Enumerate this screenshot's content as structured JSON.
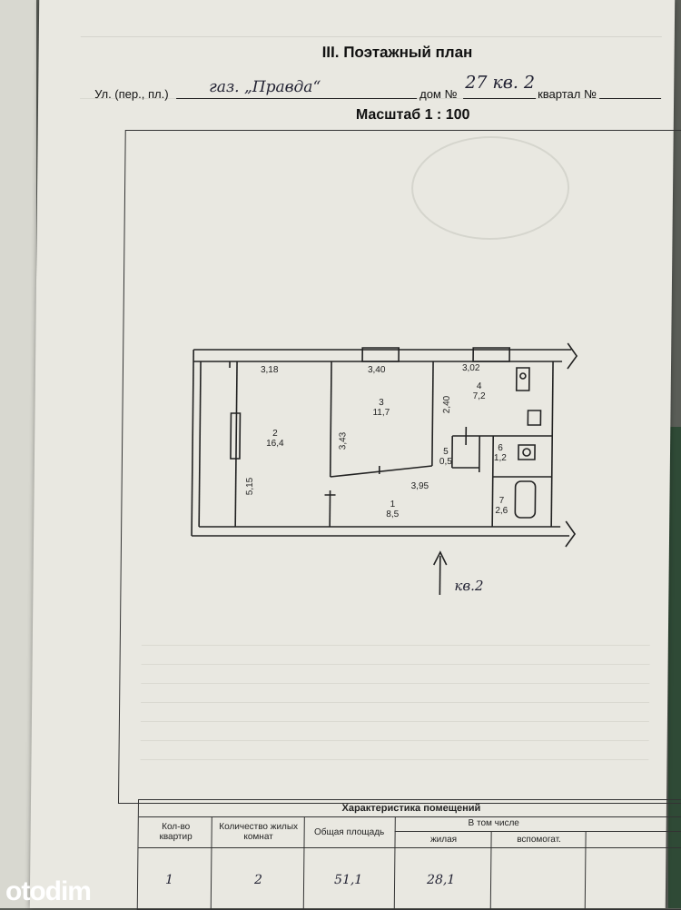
{
  "header": {
    "title": "III. Поэтажный план",
    "street_label": "Ул. (пер., пл.)",
    "street_value": "газ. „Правда“",
    "house_label": "дом №",
    "house_value": "27 кв. 2",
    "block_label": "квартал №",
    "scale": "Масштаб 1 : 100"
  },
  "plan": {
    "dims": {
      "d1": "3,18",
      "d2": "3,40",
      "d3": "3,02",
      "d4": "2,40",
      "d5": "3,43",
      "d6": "5,15",
      "d7": "3,95"
    },
    "rooms": [
      {
        "num": "1",
        "area": "8,5"
      },
      {
        "num": "2",
        "area": "16,4"
      },
      {
        "num": "3",
        "area": "11,7"
      },
      {
        "num": "4",
        "area": "7,2"
      },
      {
        "num": "5",
        "area": "0,5"
      },
      {
        "num": "6",
        "area": "1,2"
      },
      {
        "num": "7",
        "area": "2,6"
      }
    ],
    "entry": "кв.2"
  },
  "table": {
    "title": "Характеристика помещений",
    "col_apartments": "Кол-во квартир",
    "col_rooms": "Количество жилых комнат",
    "col_total": "Общая площадь",
    "col_including": "В том числе",
    "col_living": "жилая",
    "col_aux": "вспомогат.",
    "row": {
      "apartments": "1",
      "rooms": "2",
      "total": "51,1",
      "living": "28,1",
      "aux": ""
    }
  },
  "brand": {
    "logo_text": "otodim"
  }
}
